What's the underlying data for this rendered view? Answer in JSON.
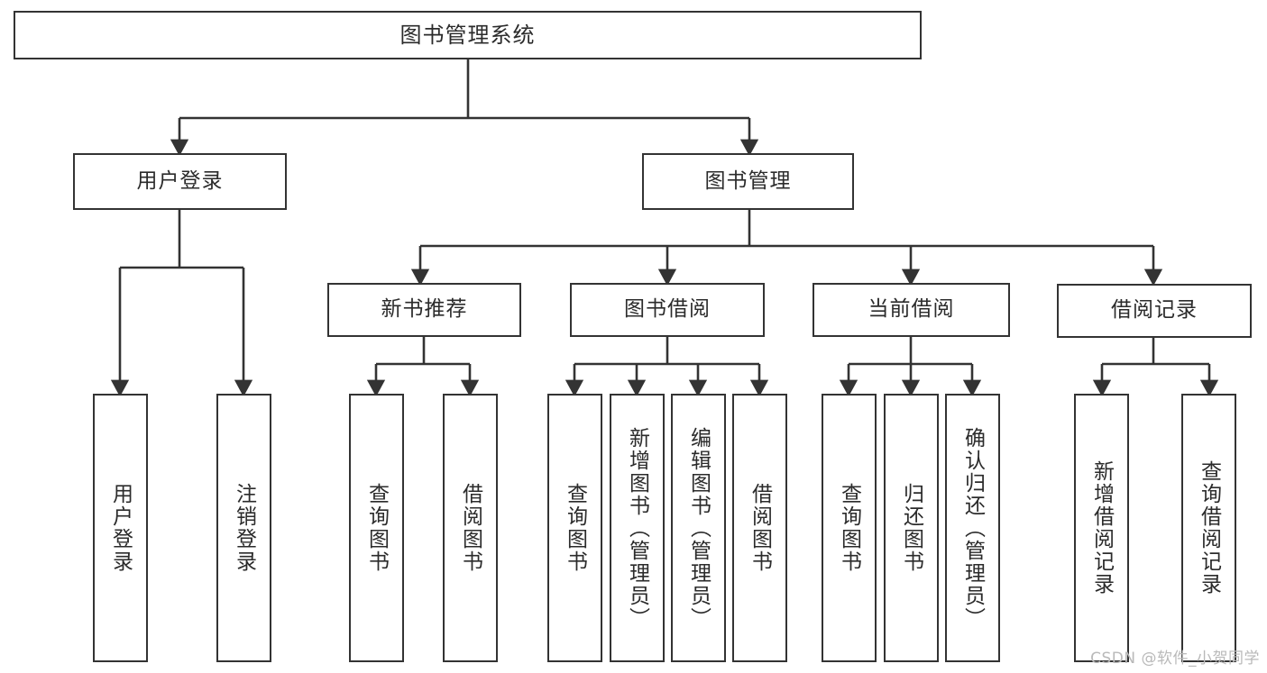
{
  "diagram": {
    "title": "图书管理系统",
    "watermark": "CSDN @软件_小贺同学",
    "colors": {
      "background": "#ffffff",
      "box_border": "#333333",
      "box_fill": "#ffffff",
      "text": "#2b2b2b",
      "edge": "#333333",
      "watermark": "#b9b9b9"
    },
    "root": {
      "label": "图书管理系统"
    },
    "level2": [
      {
        "label": "用户登录"
      },
      {
        "label": "图书管理"
      }
    ],
    "level3": [
      {
        "label": "新书推荐"
      },
      {
        "label": "图书借阅"
      },
      {
        "label": "当前借阅"
      },
      {
        "label": "借阅记录"
      }
    ],
    "leaves": {
      "user_login": [
        {
          "label": "用户登录"
        },
        {
          "label": "注销登录"
        }
      ],
      "new_book_recommend": [
        {
          "label": "查询图书"
        },
        {
          "label": "借阅图书"
        }
      ],
      "book_borrow": [
        {
          "label": "查询图书"
        },
        {
          "label": "新增图书（管理员）"
        },
        {
          "label": "编辑图书（管理员）"
        },
        {
          "label": "借阅图书"
        }
      ],
      "current_borrow": [
        {
          "label": "查询图书"
        },
        {
          "label": "归还图书"
        },
        {
          "label": "确认归还（管理员）"
        }
      ],
      "borrow_record": [
        {
          "label": "新增借阅记录"
        },
        {
          "label": "查询借阅记录"
        }
      ]
    }
  }
}
